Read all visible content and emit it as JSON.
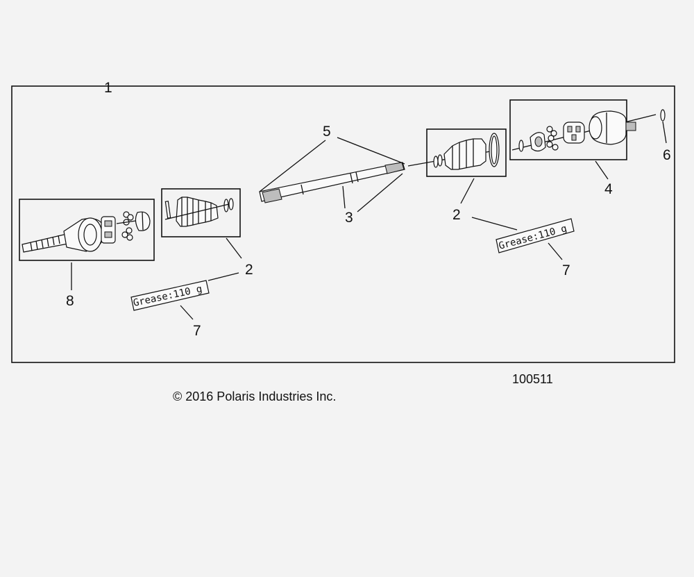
{
  "diagram": {
    "callouts": {
      "assembly": "1",
      "boot_left": "2",
      "boot_right": "2",
      "shaft": "3",
      "outer_joint": "4",
      "shaft_ring": "5",
      "snap_ring": "6",
      "grease_left": "7",
      "grease_right": "7",
      "inner_joint": "8"
    },
    "grease_label": "Grease:110 g",
    "figure_number": "100511",
    "copyright": "© 2016 Polaris Industries Inc."
  }
}
